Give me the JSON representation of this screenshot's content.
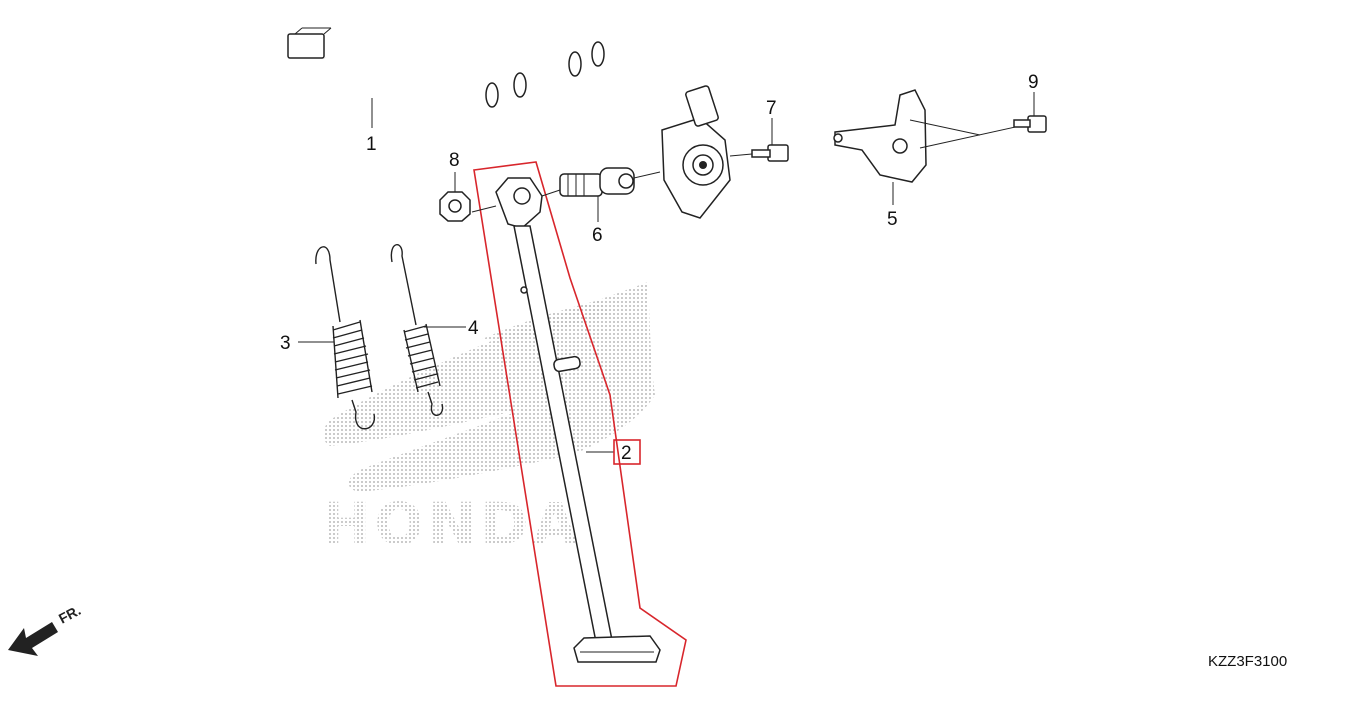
{
  "diagram": {
    "callouts": [
      {
        "id": "1",
        "label": "1"
      },
      {
        "id": "2",
        "label": "2",
        "highlighted": true
      },
      {
        "id": "3",
        "label": "3"
      },
      {
        "id": "4",
        "label": "4"
      },
      {
        "id": "5",
        "label": "5"
      },
      {
        "id": "6",
        "label": "6"
      },
      {
        "id": "7",
        "label": "7"
      },
      {
        "id": "8",
        "label": "8"
      },
      {
        "id": "9",
        "label": "9"
      }
    ],
    "watermark_text": "HONDA",
    "diagram_code": "KZZ3F3100",
    "direction_label": "FR.",
    "colors": {
      "highlight": "#d8262c",
      "watermark": "#b9b9b9",
      "line": "#222222"
    }
  }
}
